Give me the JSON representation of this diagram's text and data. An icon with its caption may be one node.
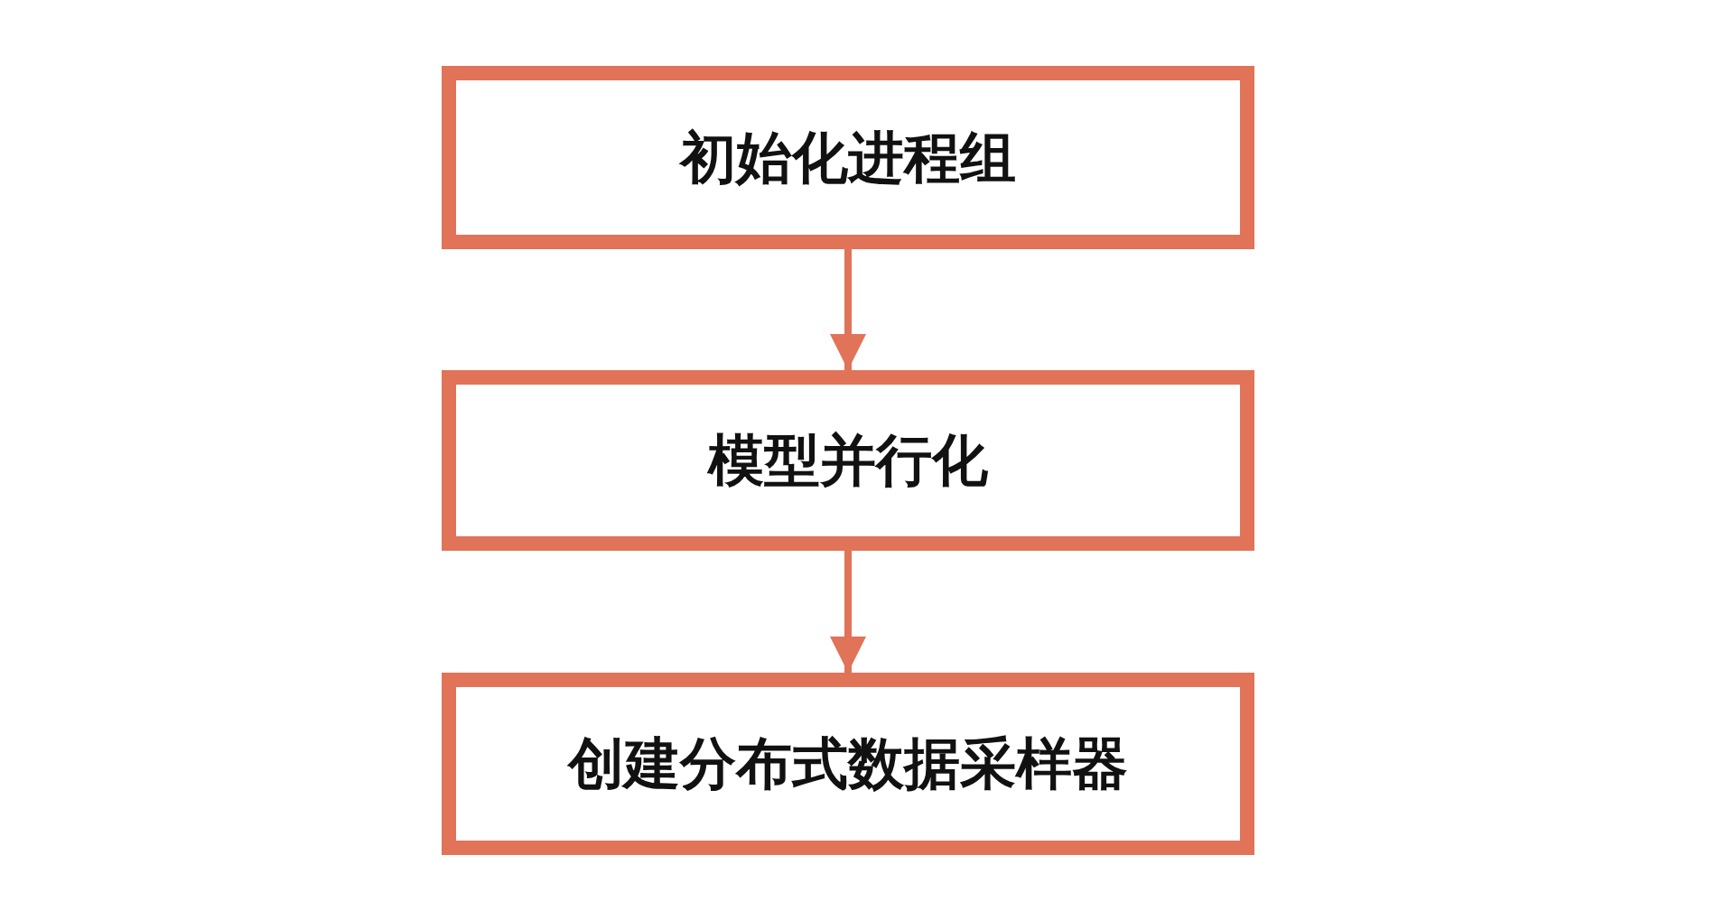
{
  "diagram": {
    "nodes": [
      {
        "text": [
          "初始化进程组"
        ]
      },
      {
        "text": [
          "模型并行化"
        ]
      },
      {
        "text": [
          "创建分布式数据采样器"
        ]
      }
    ],
    "edges": [
      {
        "from": 0,
        "to": 1,
        "arrow": "to"
      },
      {
        "from": 1,
        "to": 2,
        "arrow": "to"
      }
    ]
  }
}
